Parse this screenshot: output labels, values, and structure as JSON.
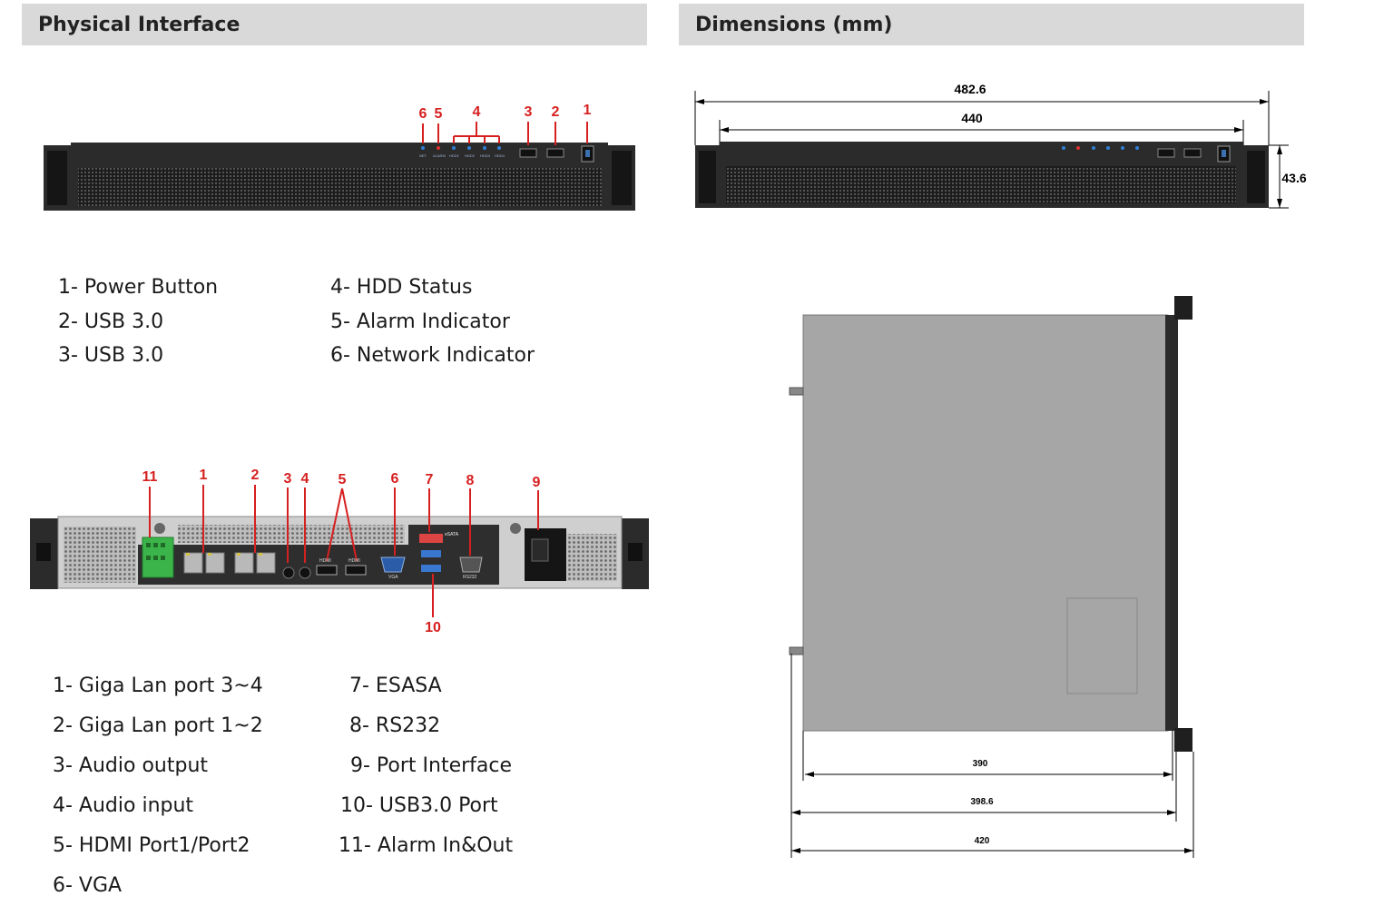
{
  "left_header": "Physical Interface",
  "right_header": "Dimensions (mm)",
  "front_callouts": [
    "6",
    "5",
    "4",
    "3",
    "2",
    "1"
  ],
  "front_leds": [
    "NET",
    "ALARM",
    "HDD1",
    "HDD2",
    "HDD3",
    "HDD4"
  ],
  "front_legend_col1": [
    "1- Power Button",
    "2- USB 3.0",
    "3- USB 3.0"
  ],
  "front_legend_col2": [
    "4- HDD Status",
    "5- Alarm Indicator",
    "6- Network Indicator"
  ],
  "rear_callouts": [
    "11",
    "1",
    "2",
    "3",
    "4",
    "5",
    "6",
    "7",
    "8",
    "9",
    "10"
  ],
  "rear_port_labels": {
    "hdmi": "HDMI",
    "vga": "VGA",
    "rs232": "RS232",
    "esata": "eSATA"
  },
  "rear_legend_col1": [
    "1- Giga Lan port 3~4",
    "2- Giga Lan port 1~2",
    "3- Audio output",
    "4- Audio input",
    "5- HDMI Port1/Port2",
    "6- VGA"
  ],
  "rear_legend_col2": [
    "7- ESASA",
    "8- RS232",
    "9- Port Interface",
    "10- USB3.0 Port",
    "11- Alarm In&Out"
  ],
  "dimensions": {
    "front_overall_width": "482.6",
    "front_body_width": "440",
    "front_height": "43.6",
    "top_depth_a": "390",
    "top_depth_b": "398.6",
    "top_depth_c": "420"
  },
  "colors": {
    "callout_red": "#d62020",
    "header_grey": "#d9d9d9",
    "chassis": "#2b2b2b",
    "top_cover": "#a6a6a6",
    "led_blue": "#2f7fd6",
    "led_red": "#e03030"
  }
}
